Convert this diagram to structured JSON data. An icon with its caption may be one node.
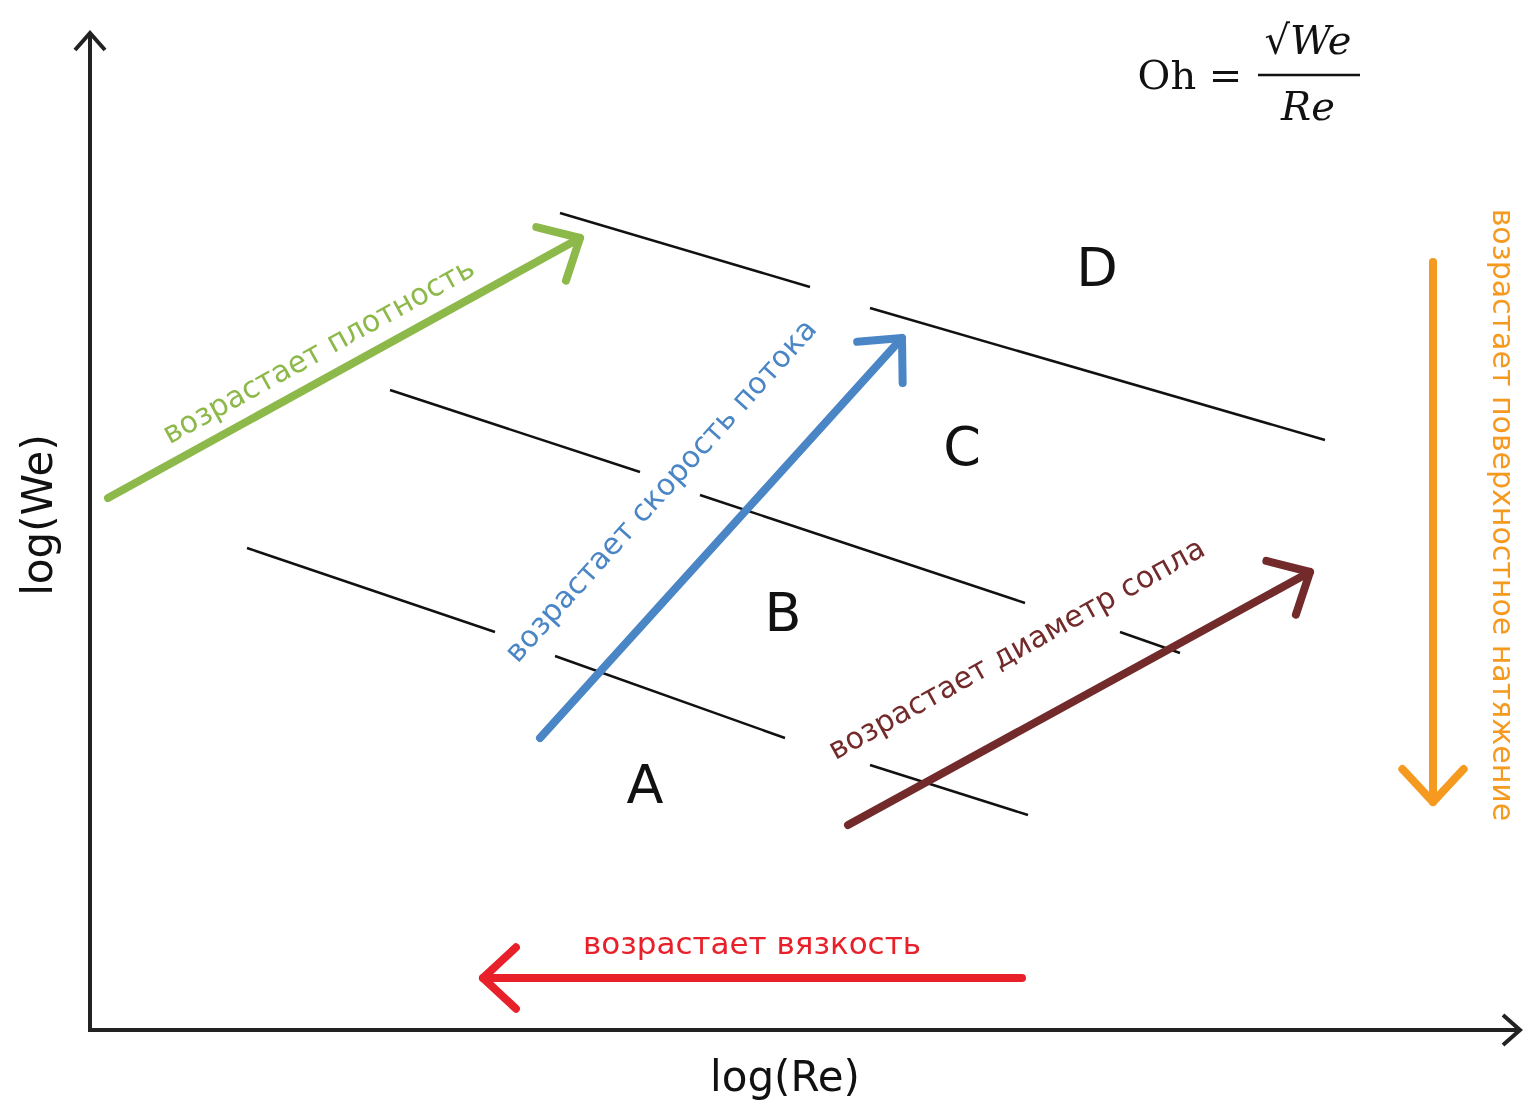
{
  "diagram": {
    "labels": [
      "Oh =",
      "√We",
      "Re",
      "возрастает плотность",
      "D",
      "возрастает скорость потока",
      "C",
      "возрастает поверхностное натяжение",
      "log(We)",
      "B",
      "возрастает диаметр сопла",
      "A",
      "возрастает вязкость",
      "log(Re)"
    ]
  }
}
